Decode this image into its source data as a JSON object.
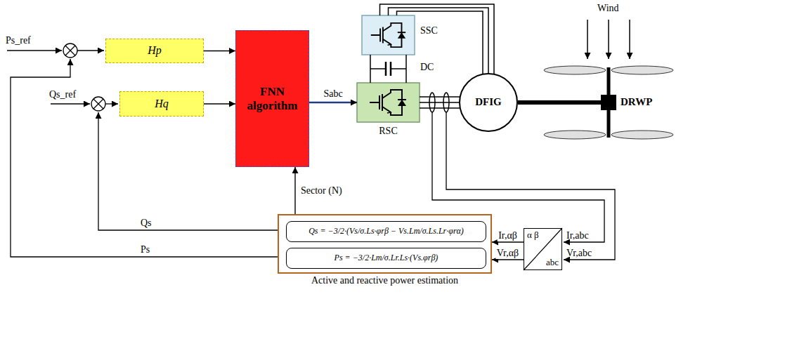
{
  "diagram": {
    "nodes": [
      {
        "text": [
          "Hp"
        ]
      },
      {
        "text": [
          "Hq"
        ]
      },
      {
        "text": [
          "FNN algorithm"
        ]
      },
      {
        "text": [
          "SSC"
        ]
      },
      {
        "text": [
          "RSC"
        ]
      },
      {
        "text": [
          "DFIG"
        ]
      },
      {
        "text": [
          "DRWP"
        ]
      },
      {
        "text": [
          "Active and reactive power estimation"
        ]
      },
      {
        "text": [
          "Qs = −3/2·(Vs/σ.Ls·φrβ − Vs.Lm/σ.Ls.Lr·φrα)"
        ],
        "in": 7
      },
      {
        "text": [
          "Ps = −3/2·Lm/σ.Lr.Ls·(Vs.φrβ)"
        ],
        "in": 7
      },
      {
        "text": [
          "α β",
          "abc"
        ]
      }
    ],
    "edges": [
      {
        "from": 0,
        "to": 2,
        "arrow": "to"
      },
      {
        "from": 1,
        "to": 2,
        "arrow": "to"
      },
      {
        "from": 2,
        "to": 4,
        "label": "Sabc",
        "arrow": "to"
      },
      {
        "from": 7,
        "to": 2,
        "label": "Sector (N)",
        "arrow": "to"
      },
      {
        "from": 10,
        "to": 7,
        "label": "Ir,αβ",
        "arrow": "to"
      },
      {
        "from": 10,
        "to": 7,
        "label": "Vr,αβ",
        "arrow": "to"
      },
      {
        "from": 3,
        "to": 4,
        "arrow": "none"
      },
      {
        "from": 4,
        "to": 5,
        "arrow": "none"
      },
      {
        "from": 5,
        "to": 6,
        "arrow": "none"
      },
      {
        "from": 3,
        "to": 5,
        "arrow": "none"
      }
    ],
    "labels": [
      "Ps_ref",
      "Qs_ref",
      "Wind",
      "DC",
      "Qs",
      "Ps",
      "Ir,abc",
      "Vr,abc"
    ]
  }
}
